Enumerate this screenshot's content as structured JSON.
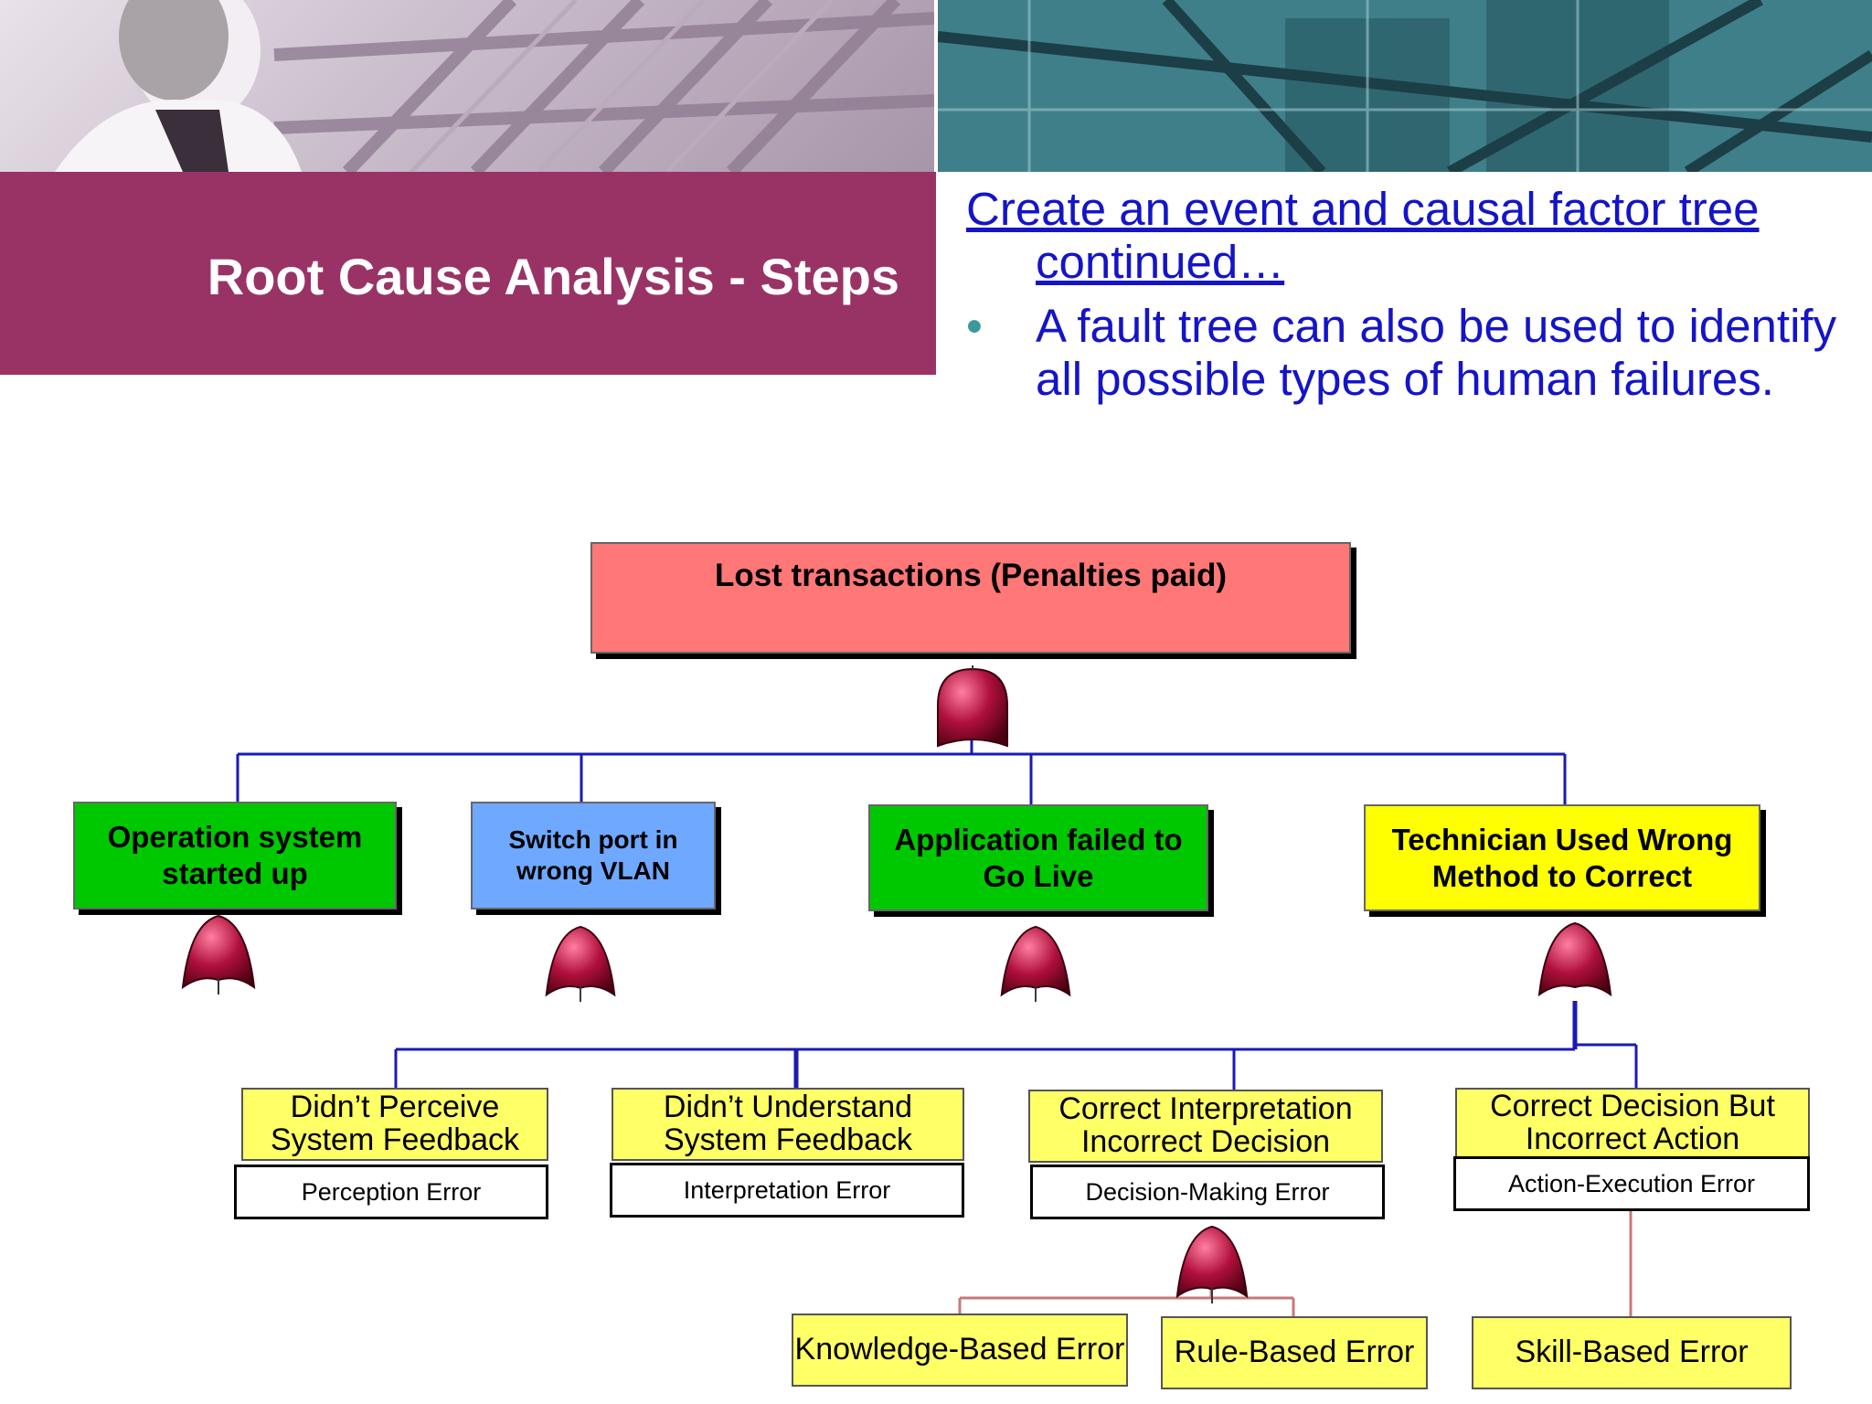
{
  "slide": {
    "title": "Root Cause Analysis - Steps",
    "heading": "Create an event and causal factor tree continued…",
    "bullet": "A fault tree can also be used to identify all possible types of human failures."
  },
  "colors": {
    "title_band": "#993366",
    "text_blue": "#1414c8",
    "connector_blue": "#1a1ab4",
    "connector_red": "#c87878",
    "gate": "#a0103a"
  },
  "tree": {
    "top_event": "Lost transactions (Penalties paid)",
    "level1": [
      {
        "label": "Operation system started up",
        "color": "#00c800"
      },
      {
        "label": "Switch port in wrong VLAN",
        "color": "#6fa8ff"
      },
      {
        "label": "Application failed to Go Live",
        "color": "#00c800"
      },
      {
        "label": "Technician Used Wrong Method to Correct",
        "color": "#ffff00"
      }
    ],
    "level2": [
      {
        "label": "Didn’t  Perceive System Feedback",
        "error_type": "Perception Error"
      },
      {
        "label": "Didn’t Understand System Feedback",
        "error_type": "Interpretation Error"
      },
      {
        "label": "Correct Interpretation Incorrect Decision",
        "error_type": "Decision-Making Error"
      },
      {
        "label": "Correct Decision But Incorrect Action",
        "error_type": "Action-Execution Error"
      }
    ],
    "level3": [
      {
        "label": "Knowledge-Based Error"
      },
      {
        "label": "Rule-Based Error"
      },
      {
        "label": "Skill-Based Error"
      }
    ],
    "gate_icon": "or-gate-icon"
  }
}
